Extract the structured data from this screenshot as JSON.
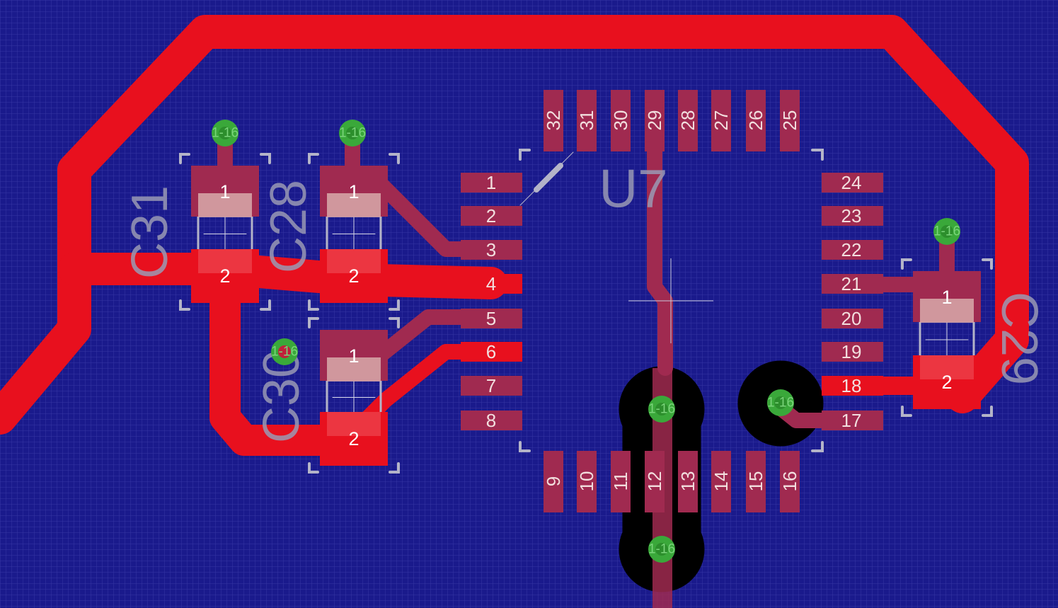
{
  "colors": {
    "board": "#1a1a8c",
    "grid": "#3a3aa8",
    "top_copper": "#e8101e",
    "top_copper_dim": "#a02a50",
    "ground_clear": "#000000",
    "via_ring": "#3aa83a",
    "silkscreen": "#b4b4c8"
  },
  "ic": {
    "refdes": "U7",
    "pins_left": [
      "1",
      "2",
      "3",
      "4",
      "5",
      "6",
      "7",
      "8"
    ],
    "pins_bottom": [
      "9",
      "10",
      "11",
      "12",
      "13",
      "14",
      "15",
      "16"
    ],
    "pins_right": [
      "17",
      "18",
      "19",
      "20",
      "21",
      "22",
      "23",
      "24"
    ],
    "pins_top": [
      "25",
      "26",
      "27",
      "28",
      "29",
      "30",
      "31",
      "32"
    ]
  },
  "capacitors": [
    {
      "refdes": "C31",
      "pad1": "1",
      "pad2": "2"
    },
    {
      "refdes": "C28",
      "pad1": "1",
      "pad2": "2"
    },
    {
      "refdes": "C30",
      "pad1": "1",
      "pad2": "2"
    },
    {
      "refdes": "C29",
      "pad1": "1",
      "pad2": "2"
    }
  ],
  "vias": [
    {
      "label": "1-16"
    },
    {
      "label": "1-16"
    },
    {
      "label": "1-16"
    },
    {
      "label": "1-16"
    },
    {
      "label": "1-16"
    },
    {
      "label": "1-16"
    },
    {
      "label": "1-16"
    }
  ]
}
